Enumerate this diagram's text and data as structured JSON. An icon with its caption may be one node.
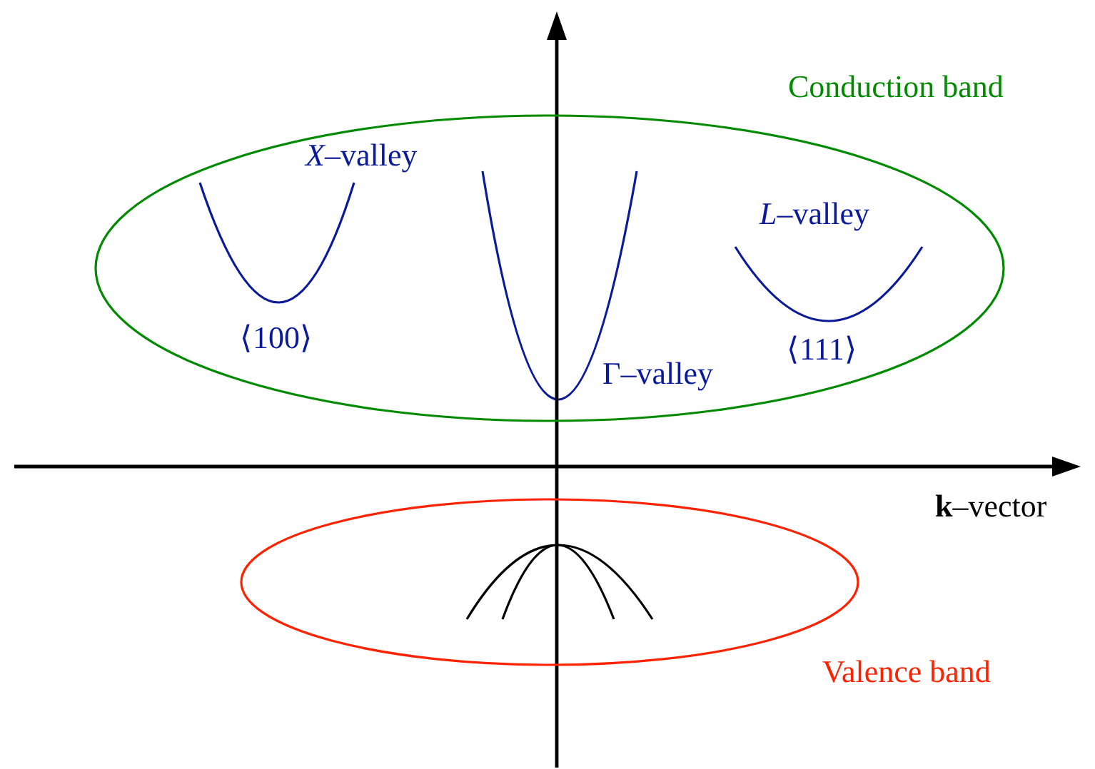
{
  "diagram": {
    "nodes": [
      {
        "text": [
          "Conduction band"
        ]
      },
      {
        "text": [
          "Valence band"
        ]
      }
    ],
    "labels": [
      "*X*–valley",
      "⟨100⟩",
      "Γ–valley",
      "*L*–valley",
      "⟨111⟩",
      "**k**–vector"
    ]
  }
}
